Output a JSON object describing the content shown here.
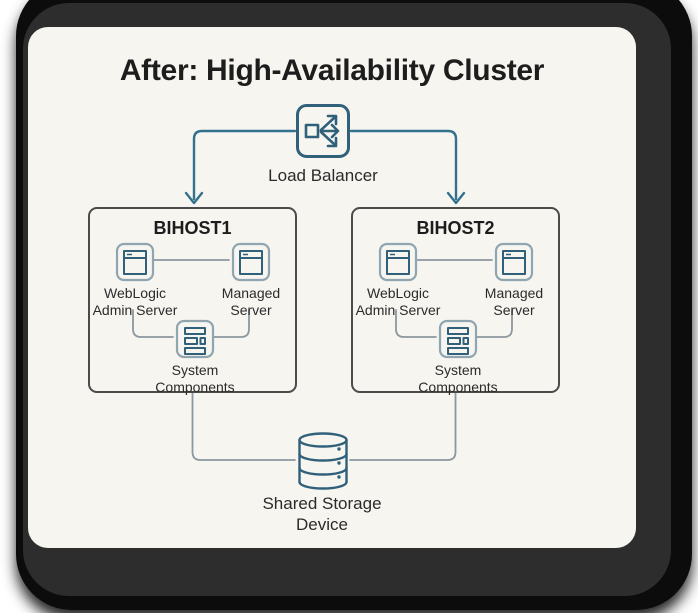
{
  "colors": {
    "page-bg": "#ffffff",
    "frame-black": "#0c0c0c",
    "frame-gray": "#2d2d2d",
    "card-bg": "#f7f5f0",
    "title-text": "#1d1d1d",
    "label-text": "#2b2b2b",
    "accent-blue": "#33718c",
    "icon-teal": "#30607a",
    "icon-outline": "#8fa5b0",
    "box-border": "#4b4b4b",
    "connector-gray": "#8c979e"
  },
  "diagram": {
    "title": "After: High-Availability Cluster",
    "load_balancer": {
      "label": "Load Balancer",
      "icon": "load-balancer-icon"
    },
    "hosts": [
      {
        "name": "BIHOST1",
        "admin_server": {
          "label": "WebLogic\nAdmin Server",
          "icon": "app-window-icon"
        },
        "managed_server": {
          "label": "Managed\nServer",
          "icon": "app-window-icon"
        },
        "system_components": {
          "label": "System\nComponents",
          "icon": "layout-blocks-icon"
        }
      },
      {
        "name": "BIHOST2",
        "admin_server": {
          "label": "WebLogic\nAdmin Server",
          "icon": "app-window-icon"
        },
        "managed_server": {
          "label": "Managed\nServer",
          "icon": "app-window-icon"
        },
        "system_components": {
          "label": "System\nComponents",
          "icon": "layout-blocks-icon"
        }
      }
    ],
    "storage": {
      "label": "Shared Storage\nDevice",
      "icon": "database-cylinder-icon"
    }
  }
}
